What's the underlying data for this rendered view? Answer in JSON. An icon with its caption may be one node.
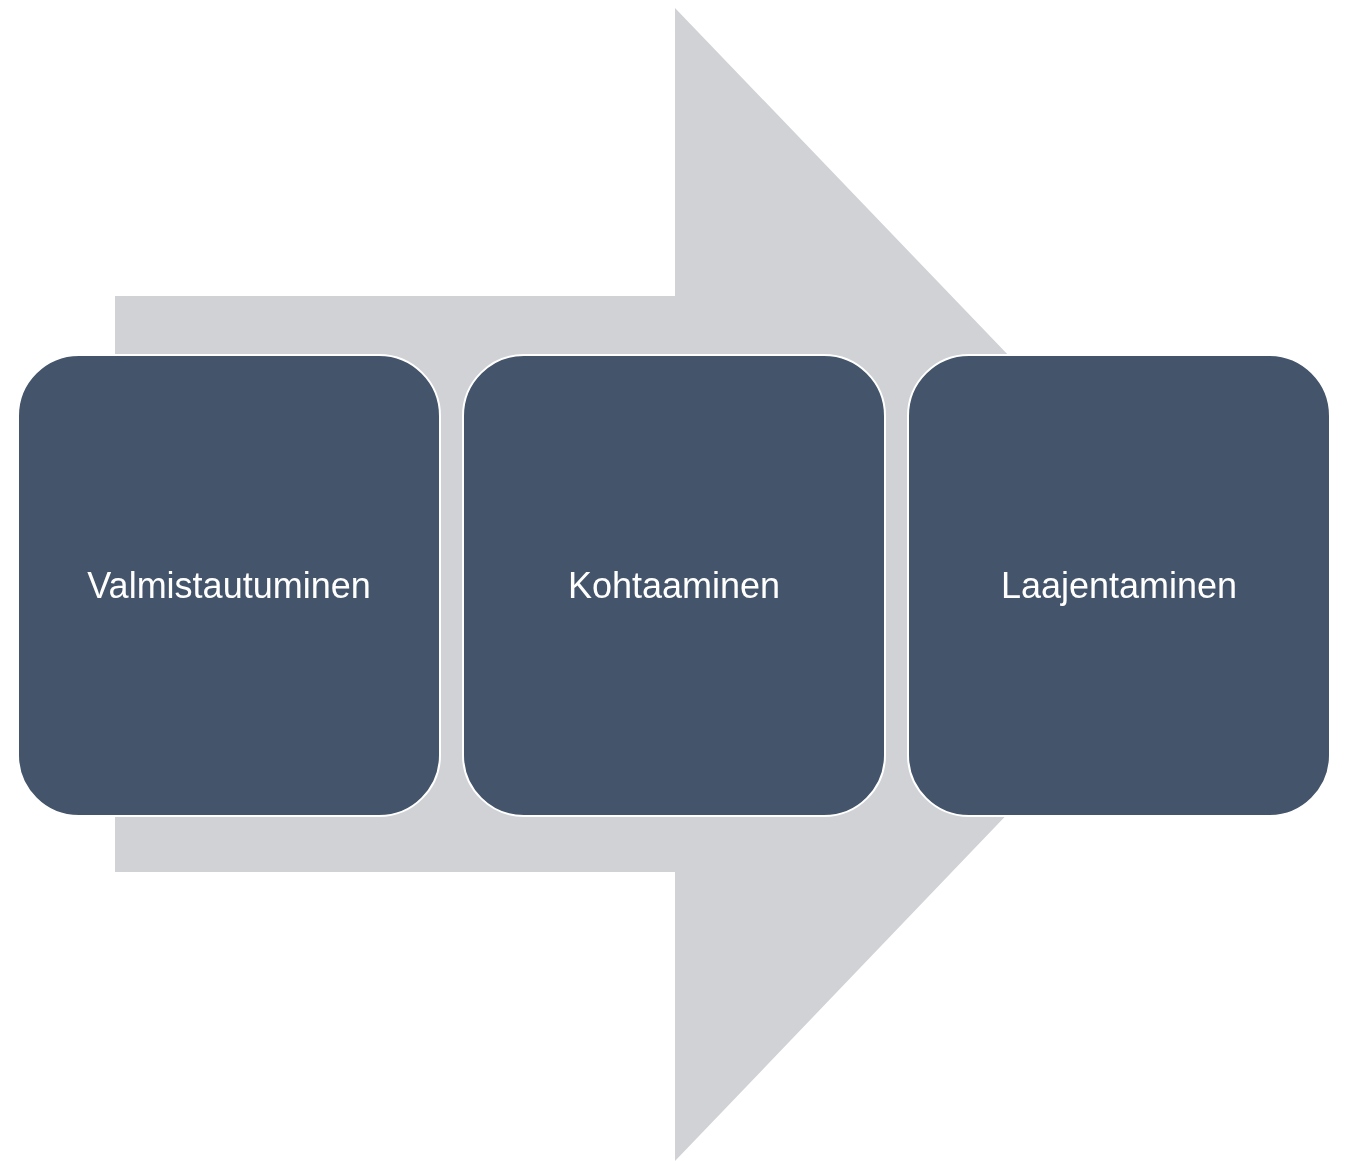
{
  "diagram": {
    "nodes": [
      {
        "text": [
          "Valmistautuminen"
        ]
      },
      {
        "text": [
          "Kohtaaminen"
        ]
      },
      {
        "text": [
          "Laajentaminen"
        ]
      }
    ],
    "edges": [
      {
        "from": 0,
        "to": 2,
        "arrow": "to",
        "style": "thick"
      }
    ]
  }
}
